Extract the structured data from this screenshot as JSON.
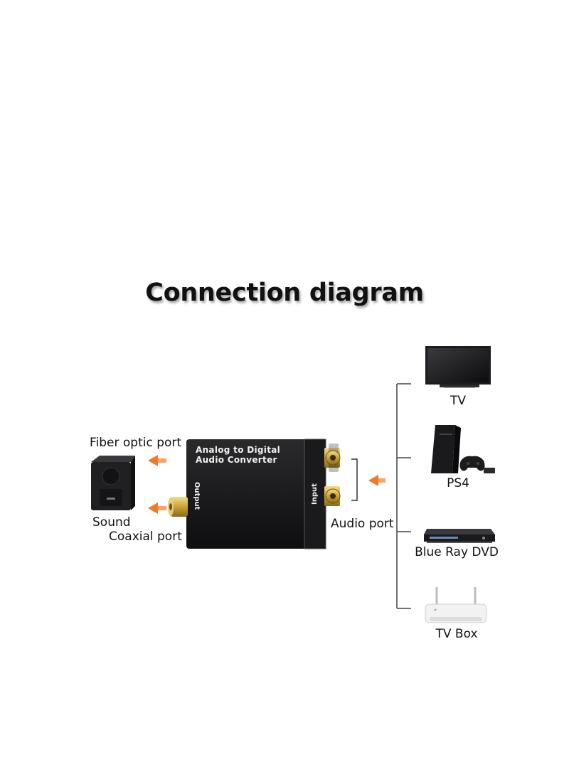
{
  "title": "Connection diagram",
  "converter": {
    "line1": "Analog to Digital",
    "line2": "Audio Converter",
    "output_label": "Output",
    "input_label": "Input"
  },
  "left_labels": {
    "fiber": "Fiber optic port",
    "sound": "Sound",
    "coaxial": "Coaxial port"
  },
  "right_labels": {
    "audio_port": "Audio port"
  },
  "devices": [
    {
      "label": "TV",
      "icon": "tv-icon"
    },
    {
      "label": "PS4",
      "icon": "ps4-icon"
    },
    {
      "label": "Blue Ray DVD",
      "icon": "dvd-player-icon"
    },
    {
      "label": "TV Box",
      "icon": "tv-box-icon"
    }
  ],
  "colors": {
    "arrow": "#f07a2a",
    "device_body": "#1c1c1e",
    "gold": "#c9a23a"
  }
}
